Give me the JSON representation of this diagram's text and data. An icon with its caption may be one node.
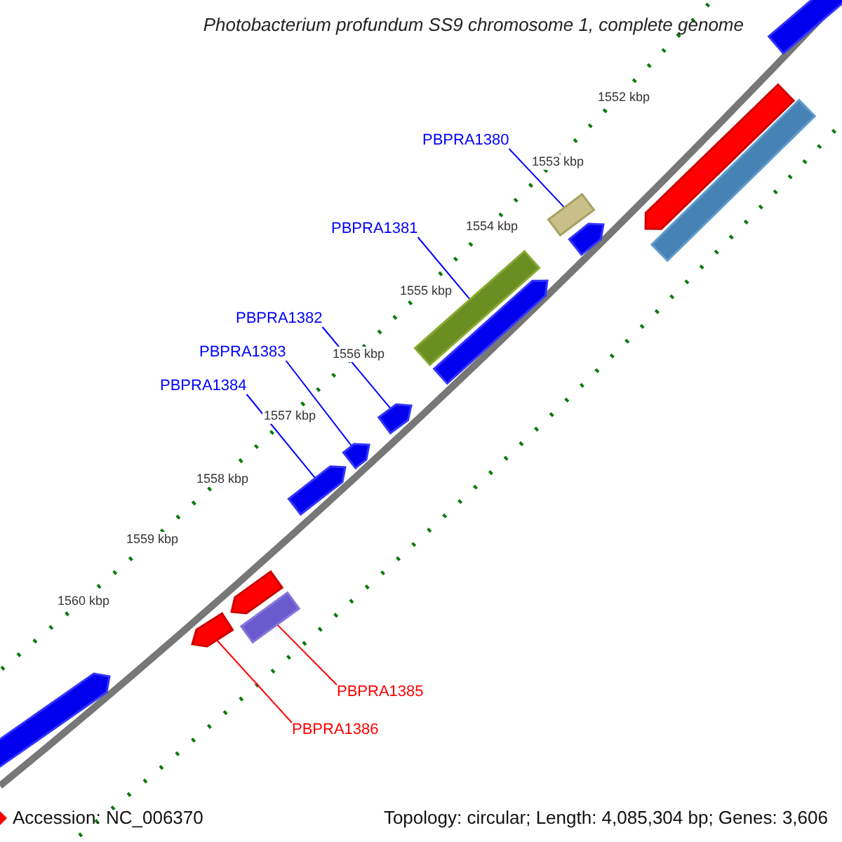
{
  "diagram": {
    "title": "Photobacterium profundum SS9 chromosome 1, complete genome",
    "nodes": [
      {
        "text": [
          "PBPRA1380"
        ]
      },
      {
        "text": [],
        "shape": "bar"
      },
      {
        "text": [
          "PBPRA1381"
        ]
      },
      {
        "text": [],
        "shape": "bar"
      },
      {
        "text": [
          "PBPRA1382"
        ]
      },
      {
        "text": [],
        "shape": "arrow"
      },
      {
        "text": [
          "PBPRA1383"
        ]
      },
      {
        "text": [],
        "shape": "arrow"
      },
      {
        "text": [
          "PBPRA1384"
        ]
      },
      {
        "text": [],
        "shape": "arrow"
      },
      {
        "text": [
          "PBPRA1385"
        ]
      },
      {
        "text": [],
        "shape": "bar"
      },
      {
        "text": [
          "PBPRA1386"
        ]
      },
      {
        "text": [],
        "shape": "arrow"
      },
      {
        "text": [],
        "shape": "bar"
      },
      {
        "text": [],
        "shape": "arrow"
      },
      {
        "text": [],
        "shape": "bar"
      },
      {
        "text": [],
        "shape": "arrow"
      },
      {
        "text": [],
        "shape": "arrow"
      },
      {
        "text": [],
        "shape": "arrow"
      },
      {
        "text": [],
        "shape": "arrow"
      }
    ],
    "edges": [
      {
        "from": 0,
        "to": 1,
        "arrow": "none"
      },
      {
        "from": 2,
        "to": 3,
        "arrow": "none"
      },
      {
        "from": 4,
        "to": 5,
        "arrow": "none"
      },
      {
        "from": 6,
        "to": 7,
        "arrow": "none"
      },
      {
        "from": 8,
        "to": 9,
        "arrow": "none"
      },
      {
        "from": 10,
        "to": 11,
        "arrow": "none",
        "color": "#ff0000"
      },
      {
        "from": 12,
        "to": 13,
        "arrow": "none",
        "color": "#ff0000"
      }
    ],
    "labels": [
      "1552 kbp",
      "1553 kbp",
      "1554 kbp",
      "1555 kbp",
      "1556 kbp",
      "1557 kbp",
      "1558 kbp",
      "1559 kbp",
      "1560 kbp",
      "Accession: NC_006370",
      "Topology: circular; Length: 4,085,304 bp; Genes: 3,606"
    ]
  }
}
